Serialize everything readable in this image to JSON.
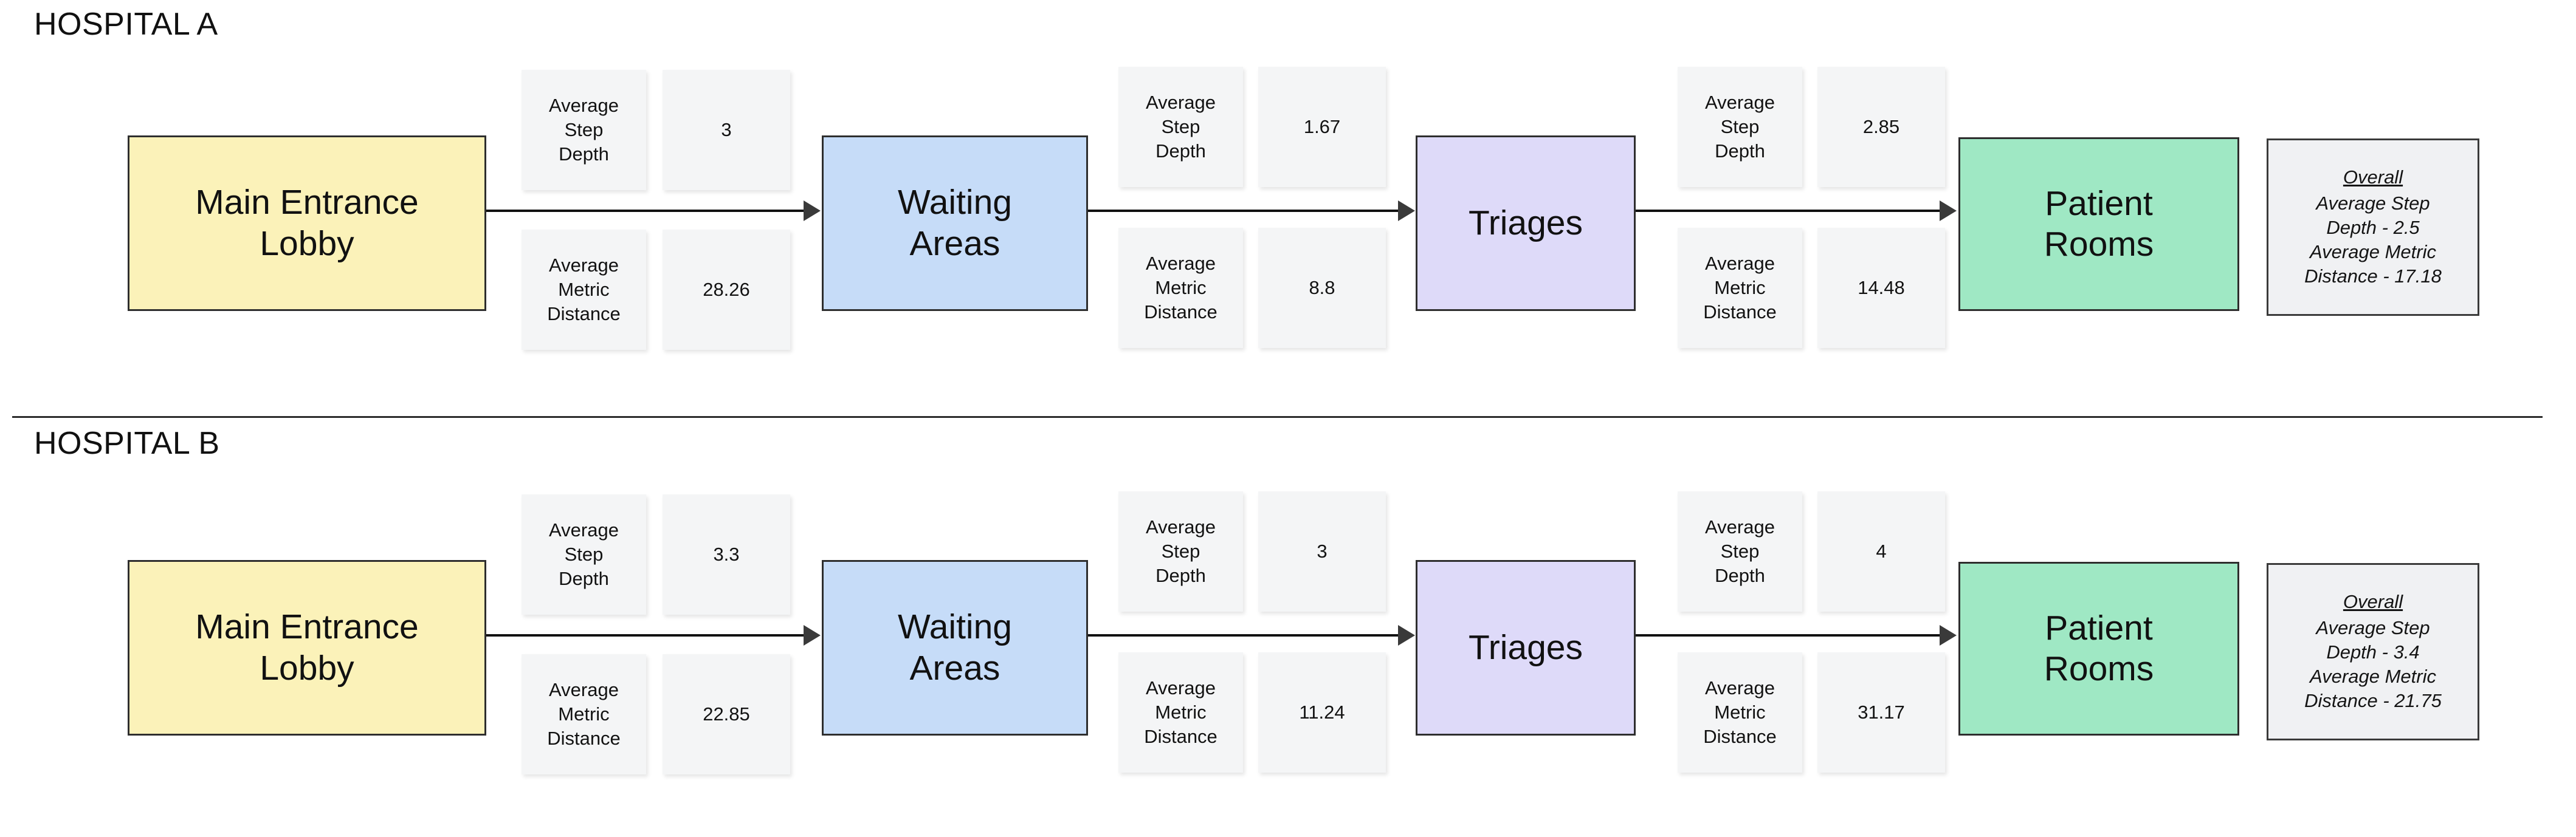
{
  "diagram": {
    "metric_labels": {
      "step_depth": "Average\nStep\nDepth",
      "metric_distance": "Average\nMetric\nDistance"
    },
    "overall_heading": "Overall",
    "colors": {
      "lobby": "#fbf2b9",
      "waiting": "#c6dcf8",
      "triage": "#dedaf9",
      "rooms": "#9fe8c4",
      "card": "#f4f5f6",
      "overall": "#f0f1f3",
      "stroke": "#2e2e2e"
    }
  },
  "sections": [
    {
      "title": "HOSPITAL A",
      "nodes": [
        {
          "label": "Main Entrance\nLobby",
          "line1": "Main Entrance",
          "line2": "Lobby"
        },
        {
          "label": "Waiting\nAreas",
          "line1": "Waiting",
          "line2": "Areas"
        },
        {
          "label": "Triages",
          "line1": "Triages",
          "line2": ""
        },
        {
          "label": "Patient\nRooms",
          "line1": "Patient",
          "line2": "Rooms"
        }
      ],
      "links": [
        {
          "from": "Main Entrance Lobby",
          "to": "Waiting Areas",
          "step_depth_label": "Average\nStep\nDepth",
          "step_depth_value": "3",
          "metric_distance_label": "Average\nMetric\nDistance",
          "metric_distance_value": "28.26"
        },
        {
          "from": "Waiting Areas",
          "to": "Triages",
          "step_depth_label": "Average\nStep\nDepth",
          "step_depth_value": "1.67",
          "metric_distance_label": "Average\nMetric\nDistance",
          "metric_distance_value": "8.8"
        },
        {
          "from": "Triages",
          "to": "Patient Rooms",
          "step_depth_label": "Average\nStep\nDepth",
          "step_depth_value": "2.85",
          "metric_distance_label": "Average\nMetric\nDistance",
          "metric_distance_value": "14.48"
        }
      ],
      "overall": {
        "heading": "Overall",
        "line1": "Average Step",
        "line2": "Depth - 2.5",
        "line3": "Average Metric",
        "line4": "Distance - 17.18",
        "average_step_depth": "2.5",
        "average_metric_distance": "17.18"
      }
    },
    {
      "title": "HOSPITAL B",
      "nodes": [
        {
          "label": "Main Entrance\nLobby",
          "line1": "Main Entrance",
          "line2": "Lobby"
        },
        {
          "label": "Waiting\nAreas",
          "line1": "Waiting",
          "line2": "Areas"
        },
        {
          "label": "Triages",
          "line1": "Triages",
          "line2": ""
        },
        {
          "label": "Patient\nRooms",
          "line1": "Patient",
          "line2": "Rooms"
        }
      ],
      "links": [
        {
          "from": "Main Entrance Lobby",
          "to": "Waiting Areas",
          "step_depth_label": "Average\nStep\nDepth",
          "step_depth_value": "3.3",
          "metric_distance_label": "Average\nMetric\nDistance",
          "metric_distance_value": "22.85"
        },
        {
          "from": "Waiting Areas",
          "to": "Triages",
          "step_depth_label": "Average\nStep\nDepth",
          "step_depth_value": "3",
          "metric_distance_label": "Average\nMetric\nDistance",
          "metric_distance_value": "11.24"
        },
        {
          "from": "Triages",
          "to": "Patient Rooms",
          "step_depth_label": "Average\nStep\nDepth",
          "step_depth_value": "4",
          "metric_distance_label": "Average\nMetric\nDistance",
          "metric_distance_value": "31.17"
        }
      ],
      "overall": {
        "heading": "Overall",
        "line1": "Average Step",
        "line2": "Depth - 3.4",
        "line3": "Average Metric",
        "line4": "Distance - 21.75",
        "average_step_depth": "3.4",
        "average_metric_distance": "21.75"
      }
    }
  ]
}
